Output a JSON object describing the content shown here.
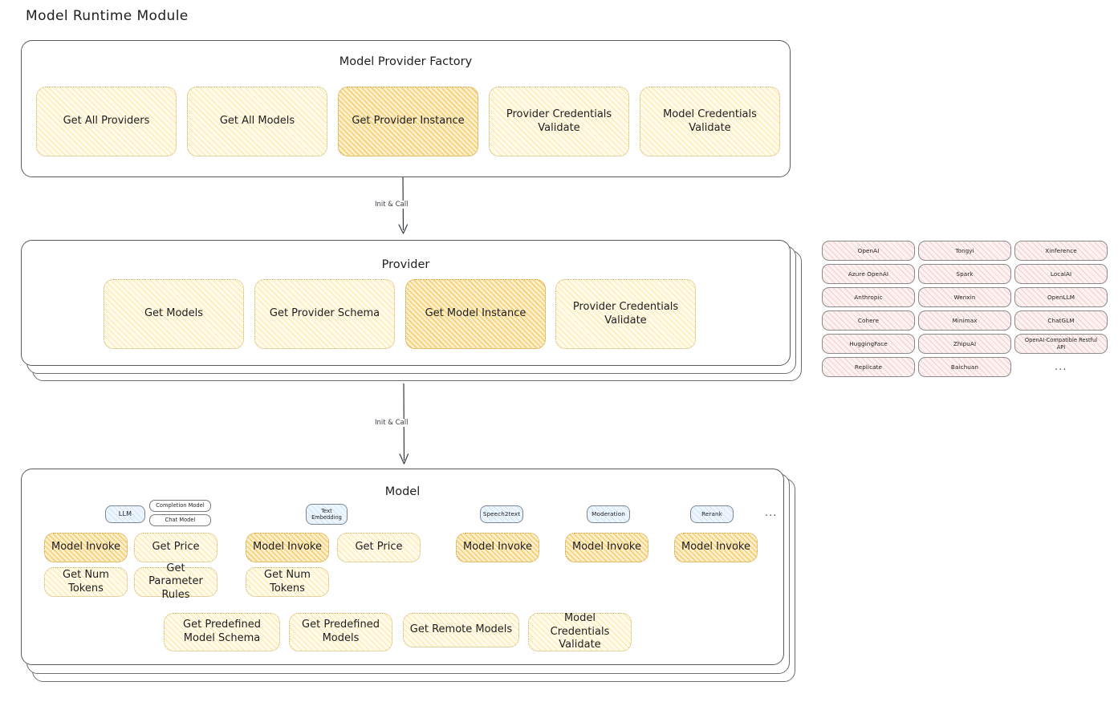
{
  "title": "Model Runtime Module",
  "factory": {
    "title": "Model Provider Factory",
    "methods": [
      "Get All Providers",
      "Get All Models",
      "Get Provider Instance",
      "Provider Credentials Validate",
      "Model Credentials Validate"
    ],
    "highlighted": "Get Provider Instance"
  },
  "arrows": {
    "factory_to_provider": "Init & Call",
    "provider_to_model": "Init & Call"
  },
  "provider": {
    "title": "Provider",
    "methods": [
      "Get Models",
      "Get Provider Schema",
      "Get Model Instance",
      "Provider Credentials Validate"
    ],
    "highlighted": "Get Model Instance"
  },
  "provider_list": {
    "ellipsis": "...",
    "columns": [
      [
        "OpenAI",
        "Azure OpenAI",
        "Anthropic",
        "Cohere",
        "HuggingFace",
        "Replicate"
      ],
      [
        "Tongyi",
        "Spark",
        "Wenxin",
        "Minimax",
        "ZhipuAI",
        "Baichuan"
      ],
      [
        "Xinference",
        "LocalAI",
        "OpenLLM",
        "ChatGLM",
        "OpenAI-Compatible Restful API"
      ]
    ]
  },
  "model": {
    "title": "Model",
    "ellipsis": "...",
    "types": [
      {
        "name": "LLM",
        "subtypes": [
          "Completion Model",
          "Chat Model"
        ],
        "methods": [
          "Model Invoke",
          "Get Price",
          "Get Num Tokens",
          "Get Parameter Rules"
        ],
        "highlighted": "Model Invoke"
      },
      {
        "name": "Text Embedding",
        "subtypes": [],
        "methods": [
          "Model Invoke",
          "Get Price",
          "Get Num Tokens"
        ],
        "highlighted": "Model Invoke"
      },
      {
        "name": "Speech2text",
        "subtypes": [],
        "methods": [
          "Model Invoke"
        ],
        "highlighted": "Model Invoke"
      },
      {
        "name": "Moderation",
        "subtypes": [],
        "methods": [
          "Model Invoke"
        ],
        "highlighted": "Model Invoke"
      },
      {
        "name": "Rerank",
        "subtypes": [],
        "methods": [
          "Model Invoke"
        ],
        "highlighted": "Model Invoke"
      }
    ],
    "common_methods": [
      "Get Predefined Model Schema",
      "Get Predefined Models",
      "Get Remote Models",
      "Model Credentials Validate"
    ]
  },
  "colors": {
    "node_light": "#fffaea",
    "node_highlight": "#fdf0cf",
    "chip_pink": "#fdf2f2",
    "badge_blue": "#eef6fd",
    "stroke": "#1e1e1e"
  }
}
